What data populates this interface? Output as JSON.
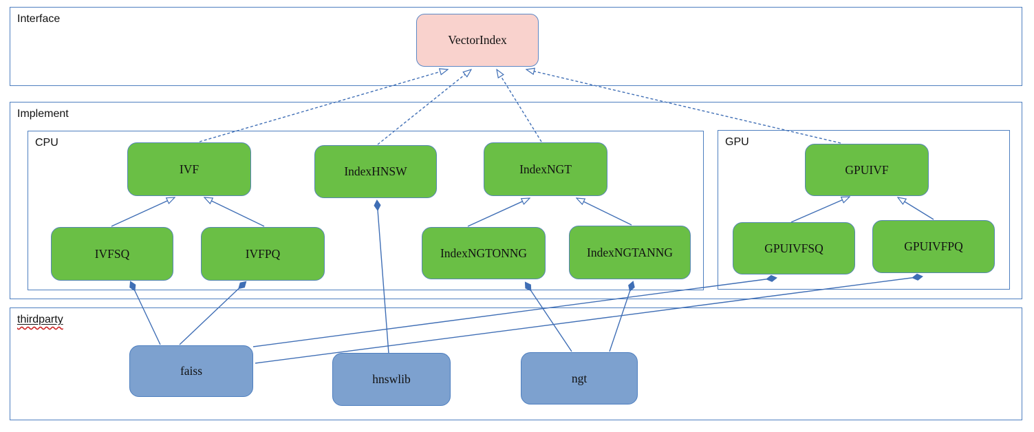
{
  "containers": {
    "interface": {
      "label": "Interface"
    },
    "implement": {
      "label": "Implement"
    },
    "cpu": {
      "label": "CPU"
    },
    "gpu": {
      "label": "GPU"
    },
    "thirdparty": {
      "label": "thirdparty"
    }
  },
  "nodes": {
    "vectorindex": {
      "label": "VectorIndex",
      "type": "interface"
    },
    "ivf": {
      "label": "IVF",
      "type": "class"
    },
    "indexhnsw": {
      "label": "IndexHNSW",
      "type": "class"
    },
    "indexngt": {
      "label": "IndexNGT",
      "type": "class"
    },
    "gpuivf": {
      "label": "GPUIVF",
      "type": "class"
    },
    "ivfsq": {
      "label": "IVFSQ",
      "type": "class"
    },
    "ivfpq": {
      "label": "IVFPQ",
      "type": "class"
    },
    "indexngtonng": {
      "label": "IndexNGTONNG",
      "type": "class"
    },
    "indexngtanng": {
      "label": "IndexNGTANNG",
      "type": "class"
    },
    "gpuivfsq": {
      "label": "GPUIVFSQ",
      "type": "class"
    },
    "gpuivfpq": {
      "label": "GPUIVFPQ",
      "type": "class"
    },
    "faiss": {
      "label": "faiss",
      "type": "library"
    },
    "hnswlib": {
      "label": "hnswlib",
      "type": "library"
    },
    "ngt": {
      "label": "ngt",
      "type": "library"
    }
  },
  "relationships": [
    {
      "from": "IVF",
      "to": "VectorIndex",
      "type": "realization"
    },
    {
      "from": "IndexHNSW",
      "to": "VectorIndex",
      "type": "realization"
    },
    {
      "from": "IndexNGT",
      "to": "VectorIndex",
      "type": "realization"
    },
    {
      "from": "GPUIVF",
      "to": "VectorIndex",
      "type": "realization"
    },
    {
      "from": "IVFSQ",
      "to": "IVF",
      "type": "inheritance"
    },
    {
      "from": "IVFPQ",
      "to": "IVF",
      "type": "inheritance"
    },
    {
      "from": "IndexNGTONNG",
      "to": "IndexNGT",
      "type": "inheritance"
    },
    {
      "from": "IndexNGTANNG",
      "to": "IndexNGT",
      "type": "inheritance"
    },
    {
      "from": "GPUIVFSQ",
      "to": "GPUIVF",
      "type": "inheritance"
    },
    {
      "from": "GPUIVFPQ",
      "to": "GPUIVF",
      "type": "inheritance"
    },
    {
      "from": "faiss",
      "to": "IVFSQ",
      "type": "composition"
    },
    {
      "from": "faiss",
      "to": "IVFPQ",
      "type": "composition"
    },
    {
      "from": "faiss",
      "to": "GPUIVFSQ",
      "type": "composition"
    },
    {
      "from": "faiss",
      "to": "GPUIVFPQ",
      "type": "composition"
    },
    {
      "from": "hnswlib",
      "to": "IndexHNSW",
      "type": "composition"
    },
    {
      "from": "ngt",
      "to": "IndexNGTONNG",
      "type": "composition"
    },
    {
      "from": "ngt",
      "to": "IndexNGTANNG",
      "type": "composition"
    }
  ],
  "colors": {
    "edge": "#3f6eb5",
    "container_border": "#4d7ebf",
    "class_fill": "#6abf45",
    "interface_fill": "#f9d2cd",
    "library_fill": "#7da1cf",
    "spellcheck_squiggle": "#cc2222"
  }
}
